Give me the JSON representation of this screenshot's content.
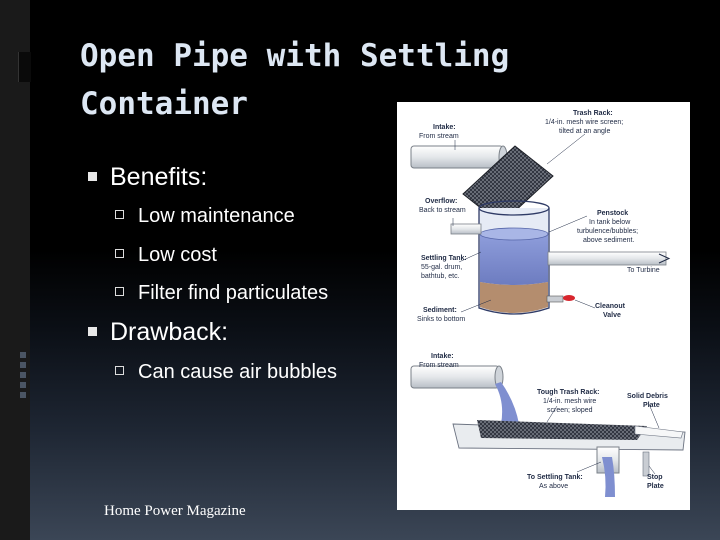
{
  "title": "Open Pipe with Settling Container",
  "bullets": [
    {
      "label": "Benefits:",
      "subitems": [
        "Low maintenance",
        "Low cost",
        "Filter find particulates"
      ]
    },
    {
      "label": "Drawback:",
      "subitems": [
        "Can cause air bubbles"
      ]
    }
  ],
  "credit": "Home Power Magazine",
  "figure": {
    "top": {
      "intake_title": "Intake:",
      "intake_sub": "From stream",
      "trash_title": "Trash Rack:",
      "trash_l1": "1/4-in. mesh wire screen;",
      "trash_l2": "tilted at an angle",
      "overflow_title": "Overflow:",
      "overflow_sub": "Back to stream",
      "penstock_title": "Penstock",
      "penstock_l1": "In tank below",
      "penstock_l2": "turbulence/bubbles;",
      "penstock_l3": "above sediment.",
      "to_turbine": "To Turbine",
      "settling_title": "Settling Tank:",
      "settling_l1": "55-gal. drum,",
      "settling_l2": "bathtub, etc.",
      "sediment_title": "Sediment:",
      "sediment_sub": "Sinks to bottom",
      "cleanout_l1": "Cleanout",
      "cleanout_l2": "Valve"
    },
    "bottom": {
      "intake_title": "Intake:",
      "intake_sub": "From stream",
      "tough_title": "Tough Trash Rack:",
      "tough_l1": "1/4-in. mesh wire",
      "tough_l2": "screen; sloped",
      "solid_l1": "Solid Debris",
      "solid_l2": "Plate",
      "to_settling_title": "To Settling Tank:",
      "to_settling_sub": "As above",
      "stop_l1": "Stop",
      "stop_l2": "Plate"
    }
  },
  "colors": {
    "title": "#dde7f3",
    "water": "#7f8fd0",
    "sediment": "#b48d6e",
    "pipe": "#e9ecef"
  }
}
